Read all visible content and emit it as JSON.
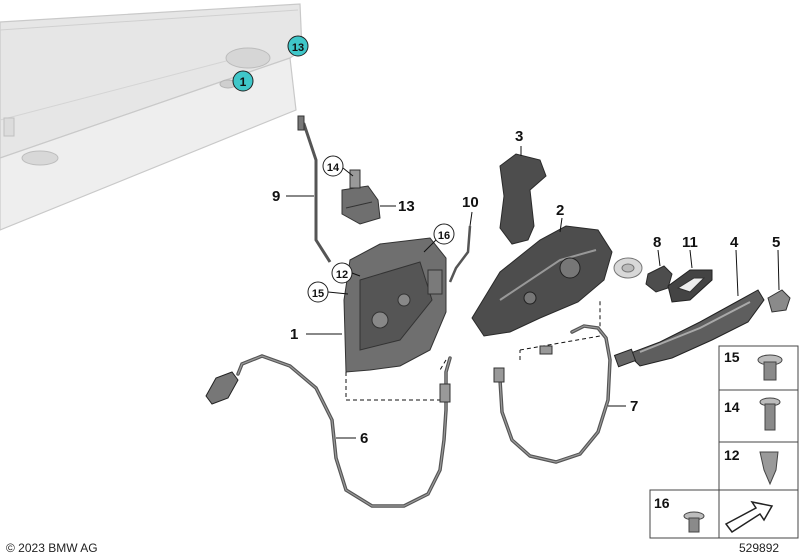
{
  "callouts": {
    "c1": "1",
    "c2": "2",
    "c3": "3",
    "c4": "4",
    "c5": "5",
    "c6": "6",
    "c7": "7",
    "c8": "8",
    "c9": "9",
    "c10": "10",
    "c11": "11",
    "c12": "12",
    "c13": "13",
    "c14": "14",
    "c15": "15",
    "c16": "16"
  },
  "door_callouts": {
    "handle": "1",
    "lock": "13"
  },
  "legend": [
    {
      "label": "15"
    },
    {
      "label": "14"
    },
    {
      "label": "12"
    },
    {
      "label": "16"
    }
  ],
  "footer": {
    "copyright": "© 2023 BMW AG",
    "diagram_id": "529892"
  },
  "colors": {
    "door_badge": "#3fc7c9",
    "part": "#6f6f6f",
    "door": "#e6e6e6"
  }
}
